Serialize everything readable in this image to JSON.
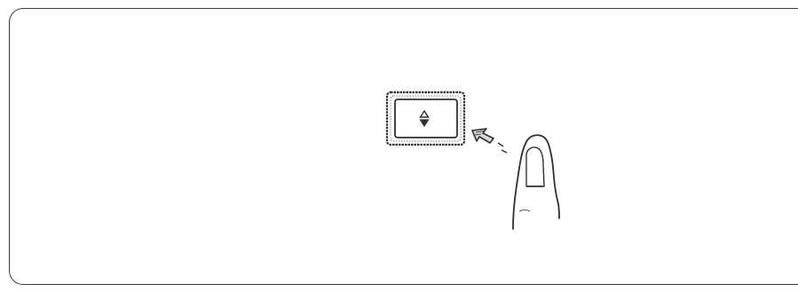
{
  "figure": {
    "frame": "rounded-panel",
    "button": {
      "icon": "up-down-arrow-icon",
      "state": "being-pressed"
    },
    "hand": {
      "icon": "finger-icon",
      "gesture": "pointing-press"
    },
    "motion": {
      "icon": "press-arrow-icon",
      "direction": "toward-button"
    },
    "colors": {
      "line": "#2f2f2f",
      "background": "#ffffff"
    }
  }
}
